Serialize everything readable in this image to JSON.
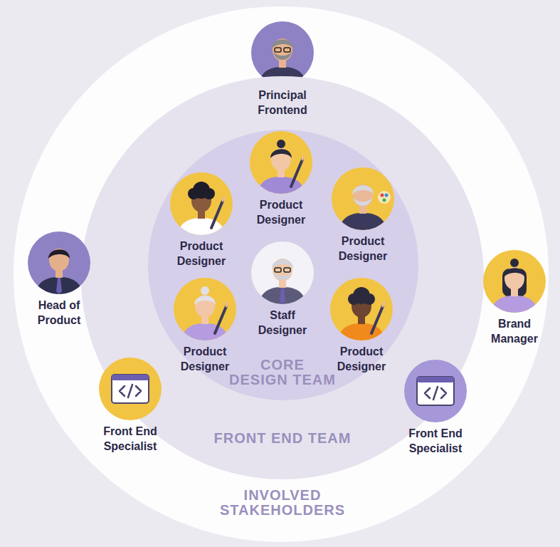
{
  "diagram": {
    "nodes": [
      {
        "text": [
          "INVOLVED STAKEHOLDERS"
        ]
      },
      {
        "text": [
          "Principal Frontend"
        ],
        "in": 0
      },
      {
        "text": [
          "FRONT END TEAM"
        ],
        "in": 0
      },
      {
        "text": [
          "CORE DESIGN TEAM"
        ],
        "in": 2
      },
      {
        "text": [
          "Product Designer"
        ],
        "in": 3
      },
      {
        "text": [
          "Product Designer"
        ],
        "in": 3
      },
      {
        "text": [
          "Product Designer"
        ],
        "in": 3
      },
      {
        "text": [
          "Staff Designer"
        ],
        "in": 3
      },
      {
        "text": [
          "Product Designer"
        ],
        "in": 3
      },
      {
        "text": [
          "Product Designer"
        ],
        "in": 3
      },
      {
        "text": [
          "Head of Product"
        ],
        "in": 0
      },
      {
        "text": [
          "Brand Manager"
        ],
        "in": 0
      },
      {
        "text": [
          "Front End Specialist"
        ],
        "in": 2
      },
      {
        "text": [
          "Front End Specialist"
        ],
        "in": 2
      }
    ]
  }
}
